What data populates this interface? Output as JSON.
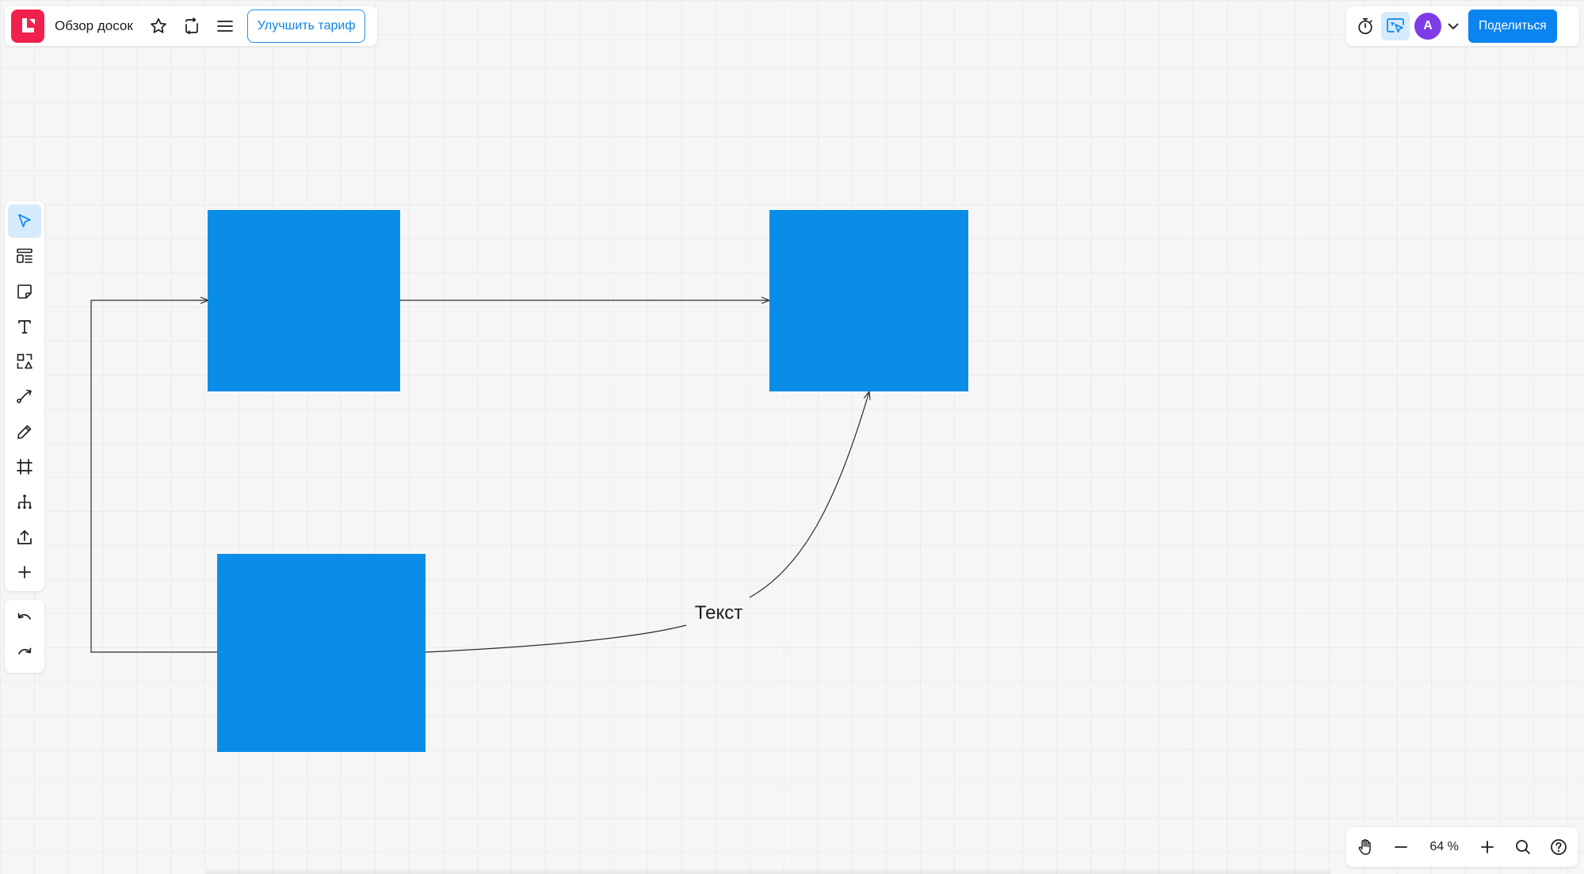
{
  "header": {
    "board_title": "Обзор досок",
    "upgrade_label": "Улучшить тариф",
    "share_label": "Поделиться",
    "avatar_initial": "A"
  },
  "canvas": {
    "connector_label": "Текст",
    "shape_color": "#0a8de8"
  },
  "left_toolbar": {
    "tools": [
      {
        "icon": "select-cursor-icon",
        "active": true
      },
      {
        "icon": "templates-icon"
      },
      {
        "icon": "sticky-note-icon"
      },
      {
        "icon": "text-icon"
      },
      {
        "icon": "shapes-icon"
      },
      {
        "icon": "connector-icon"
      },
      {
        "icon": "pen-icon"
      },
      {
        "icon": "frame-icon"
      },
      {
        "icon": "mind-map-icon"
      },
      {
        "icon": "upload-icon"
      },
      {
        "icon": "more-tools-plus-icon"
      }
    ]
  },
  "history": {
    "undo_icon": "undo-icon",
    "redo_icon": "redo-icon"
  },
  "zoom": {
    "level": "64 %"
  },
  "colors": {
    "brand_red": "#f0224d",
    "accent_blue": "#0a84f0",
    "avatar_purple": "#7d3ce8",
    "active_tool_bg": "#d6ebfc"
  }
}
